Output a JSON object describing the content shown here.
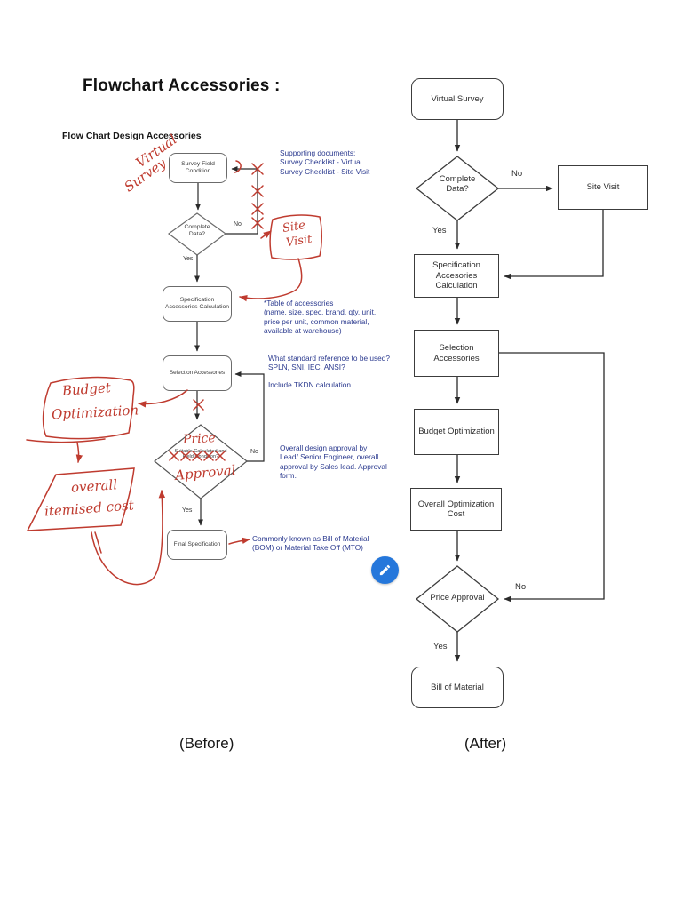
{
  "page": {
    "title": "Flowchart Accessories :",
    "before_caption": "(Before)",
    "after_caption": "(After)"
  },
  "colors": {
    "red_annotation": "#bf3b2f",
    "blue_annotation": "#2b3a8f",
    "edit_fab": "#2577db"
  },
  "before": {
    "heading": "Flow Chart Design Accessories",
    "nodes": {
      "survey": "Survey Field Condition",
      "complete": "Complete Data?",
      "spec": "Specification Accessories Calculation",
      "selection": "Selection Accessories",
      "suitable": "Suitable Calculated and Field Condition?",
      "final": "Final Specification"
    },
    "labels": {
      "no_top": "No",
      "yes_top": "Yes",
      "no_mid": "No",
      "yes_mid": "Yes"
    },
    "red_notes": {
      "virtual": "Virtual",
      "survey": "Survey",
      "site": "Site",
      "visit": "Visit",
      "budget": "Budget",
      "optimization": "Optimization",
      "overall": "overall",
      "itemised": "itemised cost",
      "price": "Price",
      "approval": "Approval"
    },
    "blue_notes": {
      "supporting": "Supporting documents:\nSurvey Checklist - Virtual\nSurvey Checklist - Site Visit",
      "table": "*Table of accessories\n(name, size, spec, brand, qty, unit,\nprice per unit, common material,\navailable at warehouse)",
      "standard": "What standard reference to be used?\nSPLN, SNI, IEC, ANSI?",
      "tkdn": "Include TKDN calculation",
      "approval_note": "Overall design approval by\nLead/ Senior Engineer, overall\napproval by Sales lead. Approval\nform.",
      "bom": "Commonly known as Bill of Material\n(BOM) or Material Take Off (MTO)"
    }
  },
  "after": {
    "nodes": {
      "virtual": "Virtual Survey",
      "complete": "Complete Data?",
      "site": "Site Visit",
      "spec": "Specification Accesories Calculation",
      "selection": "Selection Accessories",
      "budget": "Budget Optimization",
      "overall": "Overall Optimization Cost",
      "price": "Price Approval",
      "bom": "Bill of Material"
    },
    "labels": {
      "no_top": "No",
      "yes_top": "Yes",
      "no_bottom": "No",
      "yes_bottom": "Yes"
    }
  }
}
